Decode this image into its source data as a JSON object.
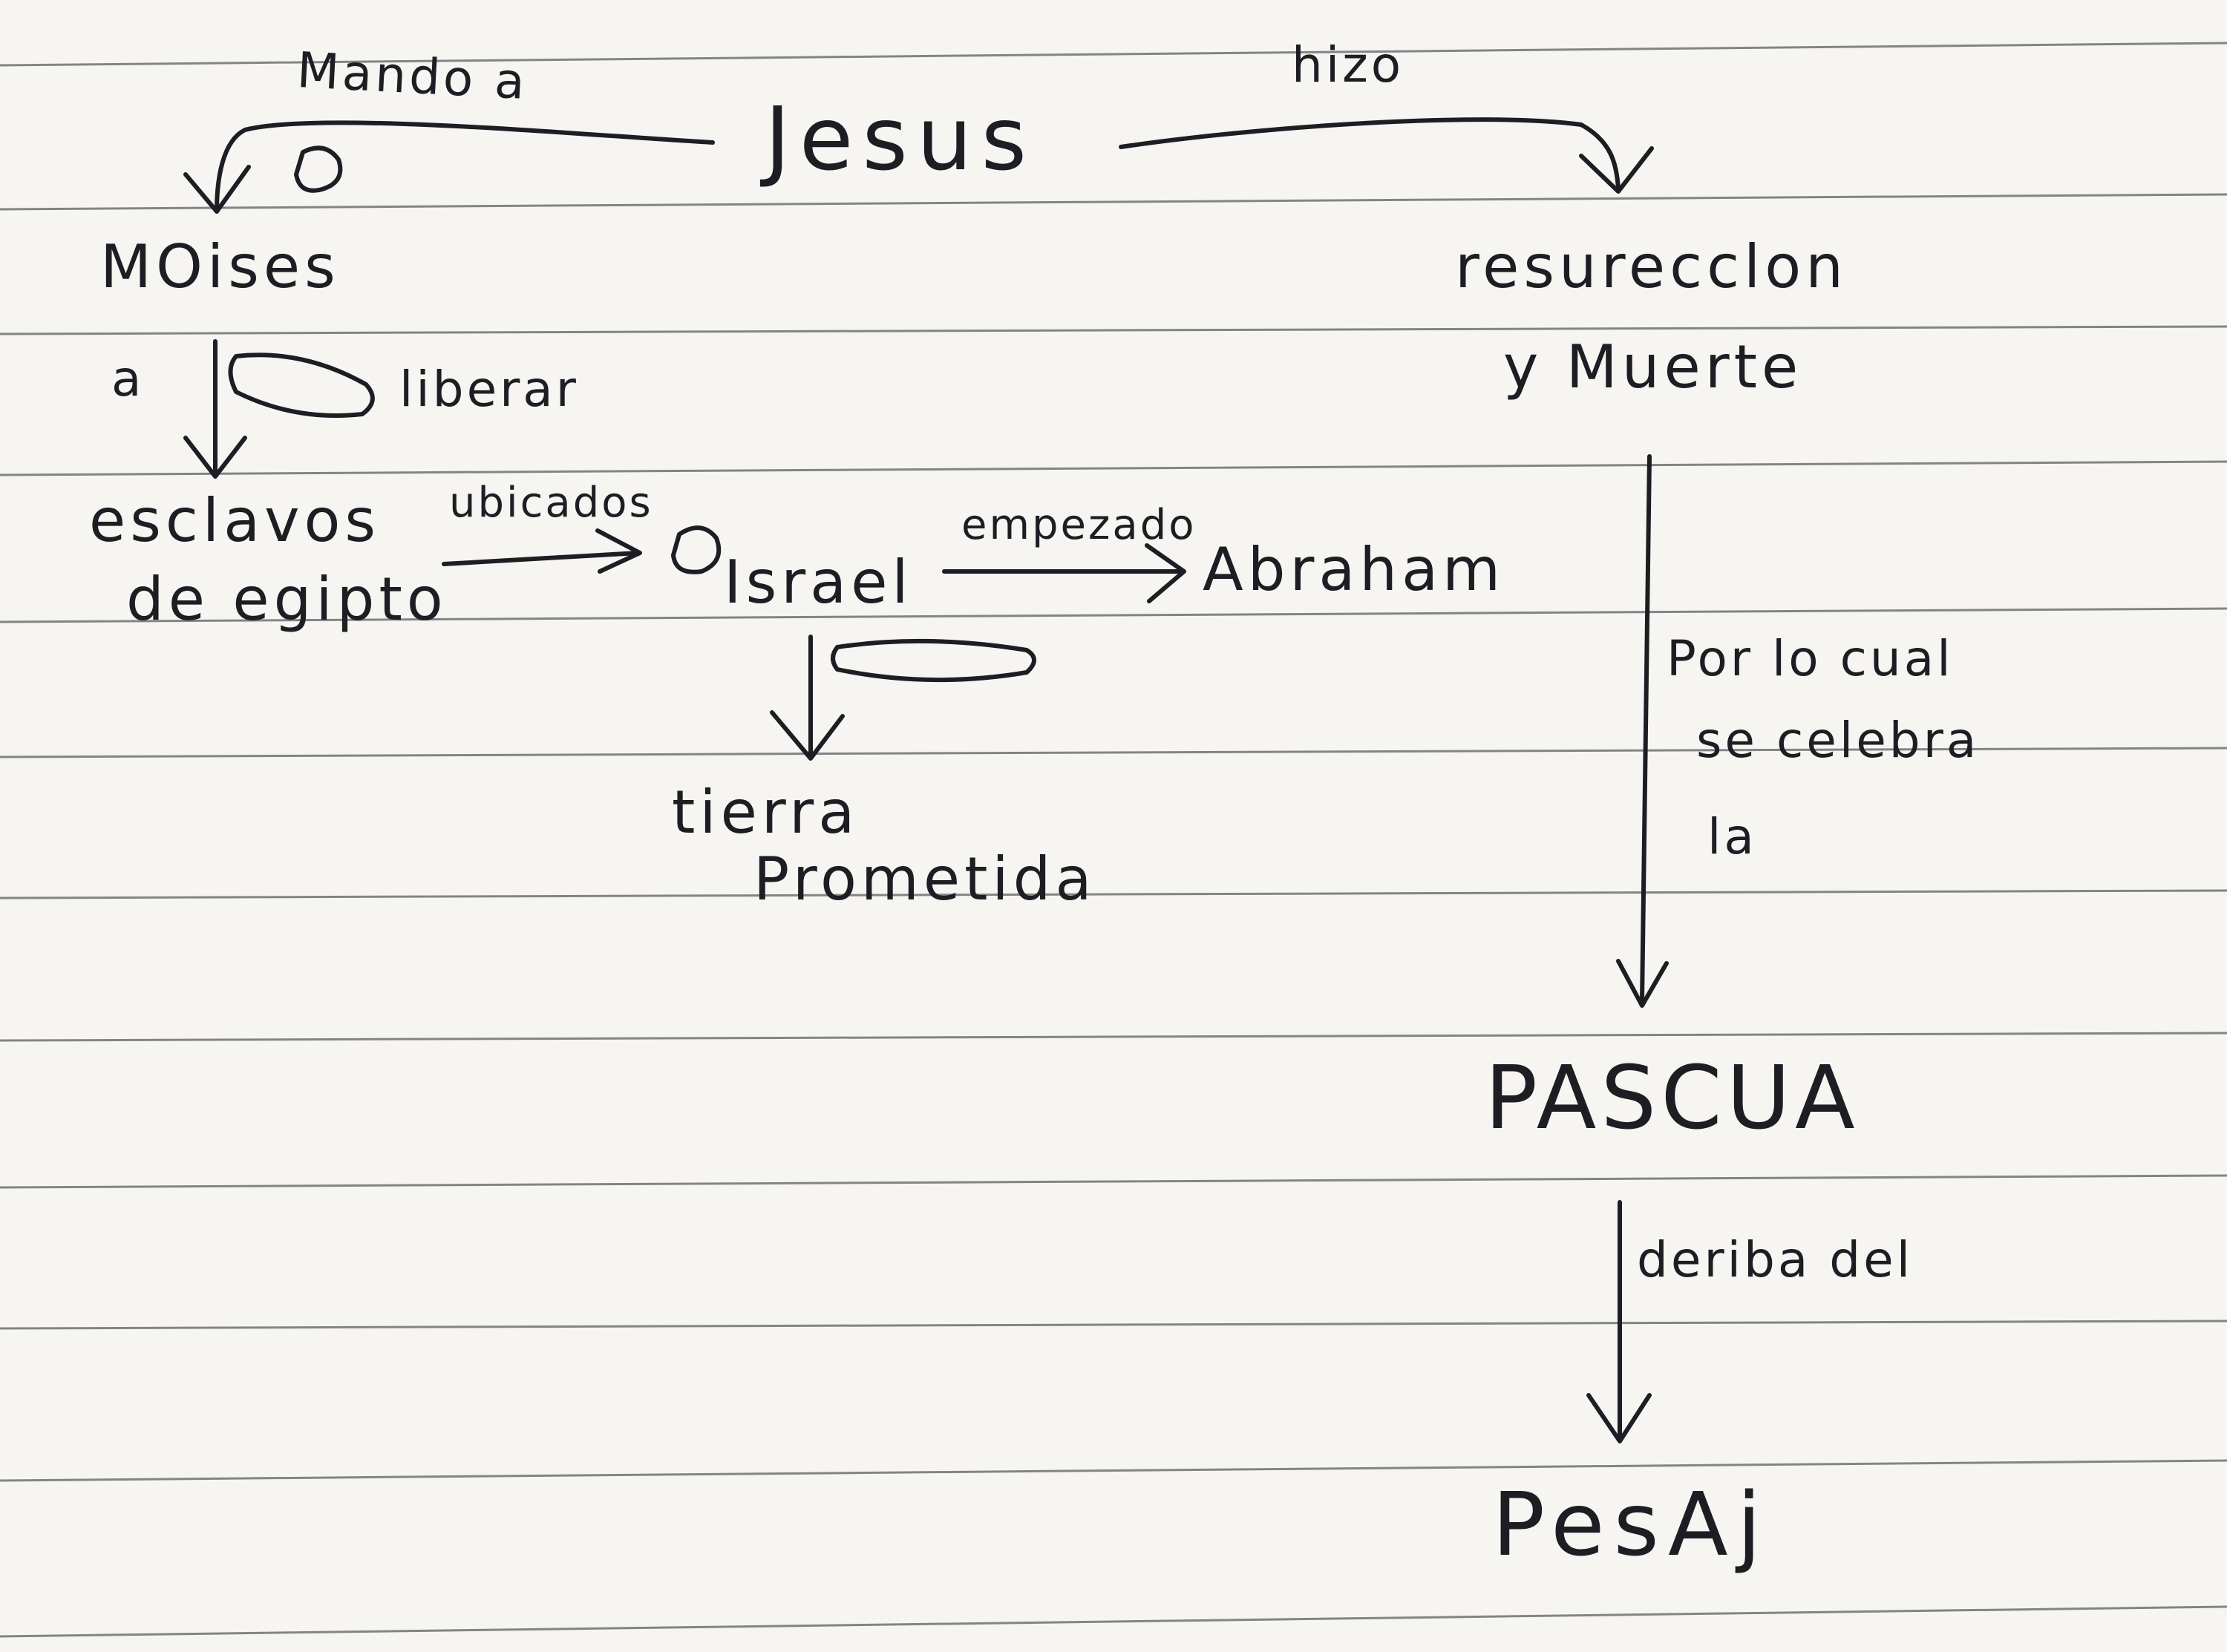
{
  "diagram": {
    "nodes": [
      {
        "id": "jesus",
        "text": "Jesus"
      },
      {
        "id": "moises",
        "text": "MOises"
      },
      {
        "id": "resurreccion",
        "lines": [
          "resurecclon",
          "y Muerte"
        ]
      },
      {
        "id": "esclavos",
        "lines": [
          "esclavos",
          "de egipto"
        ]
      },
      {
        "id": "israel",
        "text": "Israel"
      },
      {
        "id": "abraham",
        "text": "Abraham"
      },
      {
        "id": "tierra",
        "lines": [
          "tierra",
          "Prometida"
        ]
      },
      {
        "id": "pascua",
        "text": "PASCUA"
      },
      {
        "id": "pesaj",
        "text": "PesAj"
      }
    ],
    "edges": [
      {
        "from": "jesus",
        "to": "moises",
        "label": "Mando a"
      },
      {
        "from": "jesus",
        "to": "resurreccion",
        "label": "hizo"
      },
      {
        "from": "moises",
        "to": "esclavos",
        "label_a": "a",
        "label": "liberar"
      },
      {
        "from": "esclavos",
        "to": "israel",
        "label": "ubicados"
      },
      {
        "from": "israel",
        "to": "abraham",
        "label": "empezado"
      },
      {
        "from": "resurreccion",
        "to": "pascua",
        "lines": [
          "Por lo cual",
          "se celebra",
          "la"
        ]
      },
      {
        "from": "pascua",
        "to": "pesaj",
        "label": "deriba del"
      },
      {
        "from": "israel",
        "to": "tierra"
      }
    ]
  }
}
